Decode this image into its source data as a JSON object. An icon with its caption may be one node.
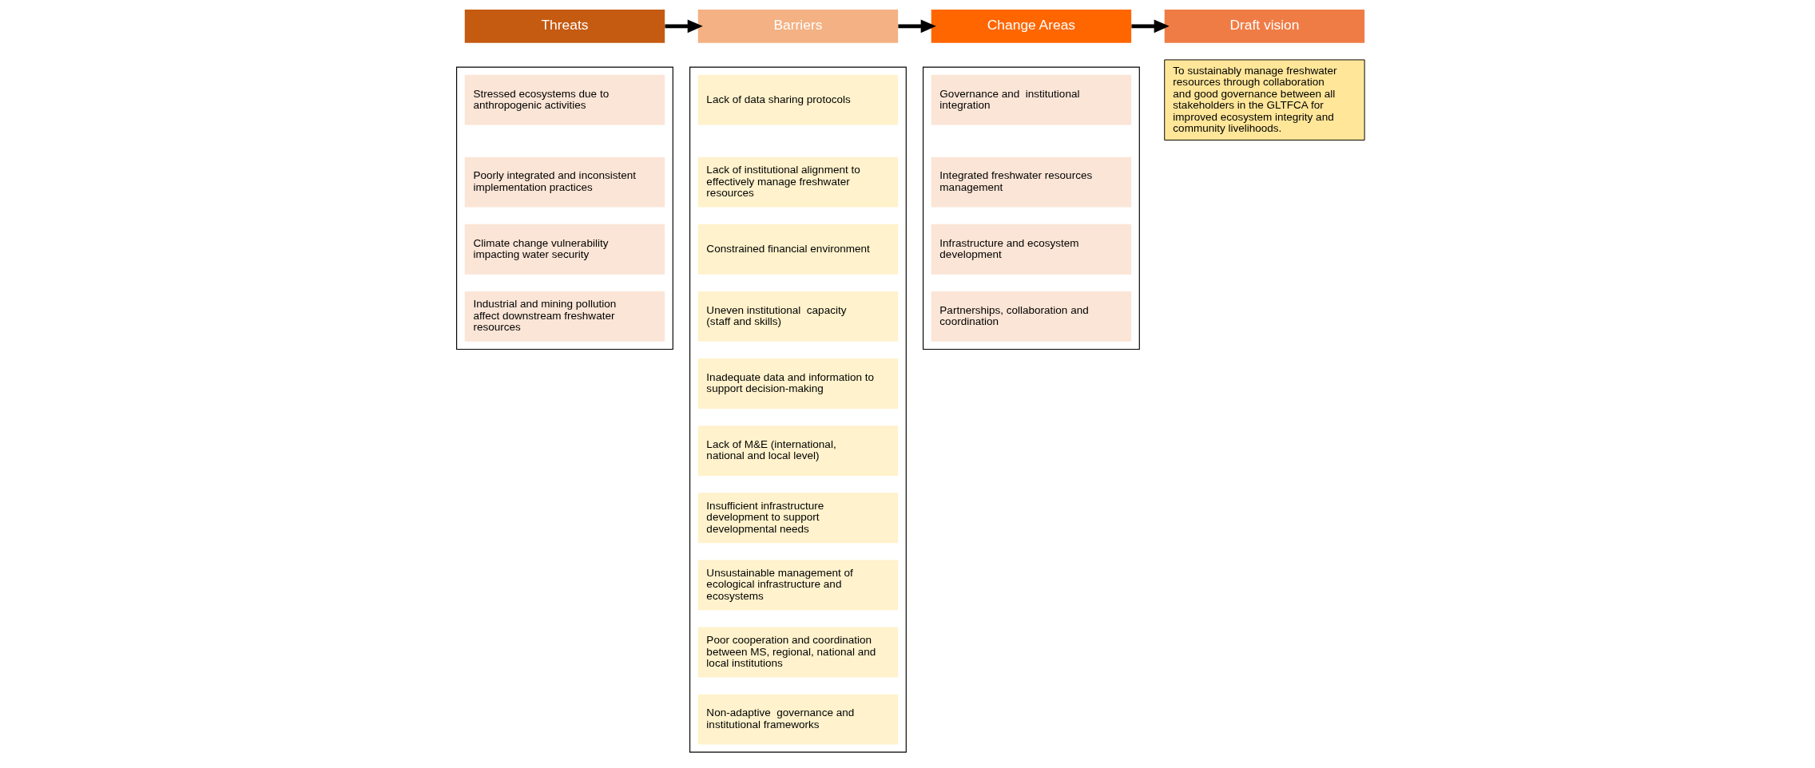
{
  "diagram": {
    "nodes": [
      {
        "text": [
          "Threats"
        ]
      },
      {
        "text": [
          "Barriers"
        ]
      },
      {
        "text": [
          "Change Areas"
        ]
      },
      {
        "text": [
          "Draft vision"
        ]
      },
      {
        "text": [],
        "shape": "box"
      },
      {
        "text": [
          "Stressed ecosystems due to anthropogenic activities"
        ],
        "in": 4
      },
      {
        "text": [
          "Poorly integrated and inconsistent implementation practices"
        ],
        "in": 4
      },
      {
        "text": [
          "Climate change vulnerability impacting water security"
        ],
        "in": 4
      },
      {
        "text": [
          "Industrial and mining pollution affect downstream freshwater resources"
        ],
        "in": 4
      },
      {
        "text": [],
        "shape": "box"
      },
      {
        "text": [
          "Lack of data sharing protocols"
        ],
        "in": 9
      },
      {
        "text": [
          "Lack of institutional alignment to effectively manage freshwater resources"
        ],
        "in": 9
      },
      {
        "text": [
          "Constrained financial environment"
        ],
        "in": 9
      },
      {
        "text": [
          "Uneven institutional  capacity (staff and skills)"
        ],
        "in": 9
      },
      {
        "text": [
          "Inadequate data and information to support decision-making"
        ],
        "in": 9
      },
      {
        "text": [
          "Lack of M&E (international, national and local level)"
        ],
        "in": 9
      },
      {
        "text": [
          "Insufficient infrastructure development to support developmental needs"
        ],
        "in": 9
      },
      {
        "text": [
          "Unsustainable management of ecological infrastructure and ecosystems"
        ],
        "in": 9
      },
      {
        "text": [
          "Poor cooperation and coordination between MS, regional, national and local institutions"
        ],
        "in": 9
      },
      {
        "text": [
          "Non-adaptive  governance and institutional frameworks"
        ],
        "in": 9
      },
      {
        "text": [],
        "shape": "box"
      },
      {
        "text": [
          "Governance and  institutional integration"
        ],
        "in": 20
      },
      {
        "text": [
          "Integrated freshwater resources management"
        ],
        "in": 20
      },
      {
        "text": [
          "Infrastructure and ecosystem development"
        ],
        "in": 20
      },
      {
        "text": [
          "Partnerships, collaboration and coordination"
        ],
        "in": 20
      },
      {
        "text": [
          "To sustainably manage freshwater resources through collaboration and good governance between all stakeholders in the GLTFCA for improved ecosystem integrity and community livelihoods."
        ]
      }
    ],
    "edges": [
      {
        "from": 0,
        "to": 1,
        "arrow": "to"
      },
      {
        "from": 1,
        "to": 2,
        "arrow": "to"
      },
      {
        "from": 2,
        "to": 3,
        "arrow": "to"
      }
    ]
  }
}
